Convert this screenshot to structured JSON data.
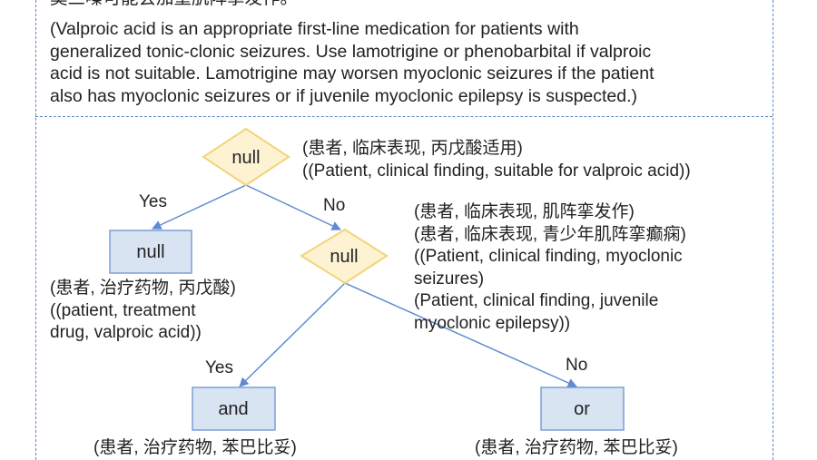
{
  "intro": {
    "cn_partial": "莫三嗪可能会加重肌阵挛发作。",
    "en_lines": [
      "(Valproic acid is an appropriate first-line medication for patients with",
      "generalized tonic-clonic seizures. Use lamotrigine or phenobarbital if valproic",
      "acid is not suitable. Lamotrigine may worsen myoclonic seizures if the patient",
      "also has myoclonic seizures or if juvenile myoclonic epilepsy is suspected.)"
    ]
  },
  "diagram": {
    "decision1": {
      "text": "null",
      "cond_cn": "(患者, 临床表现, 丙戊酸适用)",
      "cond_en": "((Patient, clinical finding, suitable for valproic acid))"
    },
    "decision2": {
      "text": "null",
      "cond_cn_1": "(患者, 临床表现, 肌阵挛发作)",
      "cond_cn_2": "(患者, 临床表现, 青少年肌阵挛癫痫)",
      "cond_en_1": "((Patient, clinical finding, myoclonic",
      "cond_en_2": "seizures)",
      "cond_en_3": "(Patient, clinical finding, juvenile",
      "cond_en_4": "myoclonic epilepsy))"
    },
    "leaf_valproic": {
      "text": "null",
      "cn": "(患者, 治疗药物, 丙戊酸)",
      "en_1": "((patient, treatment",
      "en_2": "drug, valproic acid))"
    },
    "leaf_and": {
      "text": "and",
      "cn": "(患者, 治疗药物, 苯巴比妥)"
    },
    "leaf_or": {
      "text": "or",
      "cn": "(患者, 治疗药物, 苯巴比妥)"
    },
    "edges": {
      "d1_yes": "Yes",
      "d1_no": "No",
      "d2_yes": "Yes",
      "d2_no": "No"
    },
    "colors": {
      "diamond_fill": "#fdf3d3",
      "diamond_stroke": "#f2d479",
      "box_fill": "#d9e4f3",
      "box_stroke": "#7b9fd6",
      "edge": "#5f8ad0",
      "dashed": "#5b86c5"
    }
  }
}
